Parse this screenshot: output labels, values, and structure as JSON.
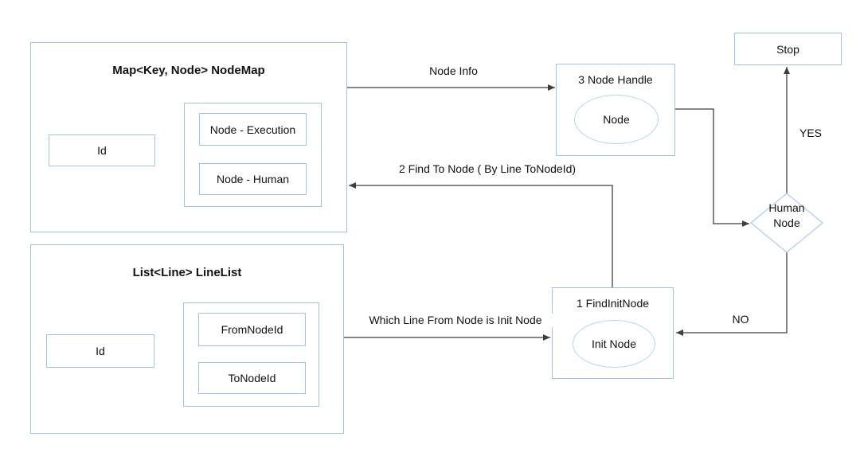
{
  "diagram": {
    "background": "#ffffff",
    "shape_stroke": "#9cc3ee",
    "ellipse_stroke": "#b4d4f4",
    "edge_color": "#3f3f3f",
    "text_color": "#111111"
  },
  "node_map": {
    "title": "Map<Key, Node> NodeMap",
    "id_field": "Id",
    "execution_field": "Node - Execution",
    "human_field": "Node - Human"
  },
  "line_list": {
    "title": "List<Line> LineList",
    "id_field": "Id",
    "from_field": "FromNodeId",
    "to_field": "ToNodeId"
  },
  "node_handle": {
    "title": "3 Node Handle",
    "ellipse_label": "Node"
  },
  "find_init_node": {
    "title": "1 FindInitNode",
    "ellipse_label": "Init Node"
  },
  "stop": {
    "label": "Stop"
  },
  "human_node": {
    "line1": "Human",
    "line2": "Node"
  },
  "edges": {
    "node_info_label": "Node Info",
    "find_to_node_label": "2 Find To Node ( By Line ToNodeId)",
    "which_line_label": "Which Line From Node is Init Node",
    "yes_label": "YES",
    "no_label": "NO"
  }
}
